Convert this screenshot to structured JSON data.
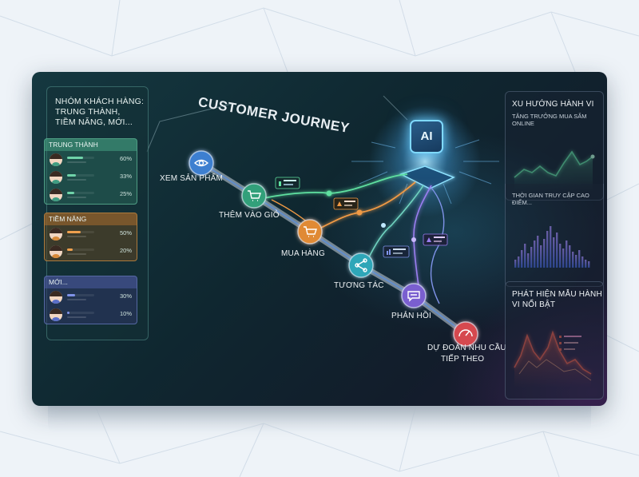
{
  "left_panel": {
    "title_line1": "NHÓM KHÁCH HÀNG:",
    "title_line2": "TRUNG THÀNH,",
    "title_line3": "TIỀM NĂNG, MỚI...",
    "segments": [
      {
        "name": "TRUNG THÀNH",
        "rows": [
          {
            "pct_text": "60%",
            "value": 60
          },
          {
            "pct_text": "33%",
            "value": 33
          },
          {
            "pct_text": "25%",
            "value": 25
          }
        ]
      },
      {
        "name": "TIỀM NĂNG",
        "rows": [
          {
            "pct_text": "50%",
            "value": 50
          },
          {
            "pct_text": "20%",
            "value": 20
          }
        ]
      },
      {
        "name": "MỚI...",
        "rows": [
          {
            "pct_text": "30%",
            "value": 30
          },
          {
            "pct_text": "10%",
            "value": 10
          }
        ]
      }
    ]
  },
  "journey": {
    "title": "CUSTOMER JOURNEY",
    "steps": [
      {
        "label": "XEM SẢN PHẨM",
        "icon": "eye-icon",
        "color": "#3d7fd0"
      },
      {
        "label": "THÊM VÀO GIỎ",
        "icon": "cart-icon",
        "color": "#32a07a"
      },
      {
        "label": "MUA HÀNG",
        "icon": "cart-icon",
        "color": "#e08a35"
      },
      {
        "label": "TƯƠNG TÁC",
        "icon": "share-icon",
        "color": "#2fa6b8"
      },
      {
        "label": "PHẢN HỒI",
        "icon": "chat-icon",
        "color": "#7a5fd0"
      },
      {
        "label": "DỰ ĐOÁN NHU CẦU",
        "label2": "TIẾP THEO",
        "icon": "gauge-icon",
        "color": "#d6494f"
      }
    ]
  },
  "ai_badge": {
    "label": "AI"
  },
  "right_panel": {
    "trend": {
      "title": "XU HƯỚNG HÀNH VI",
      "subtitle": "TĂNG TRƯỞNG MUA SẮM ONLINE"
    },
    "peak": {
      "subtitle": "THỜI GIAN TRUY CẬP CAO ĐIỂM..."
    },
    "pattern": {
      "title_line1": "PHÁT HIỆN MẪU HÀNH",
      "title_line2": "VI NỔI BẬT"
    }
  },
  "colors": {
    "green": "#6fd3a9",
    "orange": "#eea04e",
    "blue": "#7f93e8",
    "cyan": "#7fd9ff",
    "red": "#e65a4a",
    "purple": "#9a7ef0"
  }
}
